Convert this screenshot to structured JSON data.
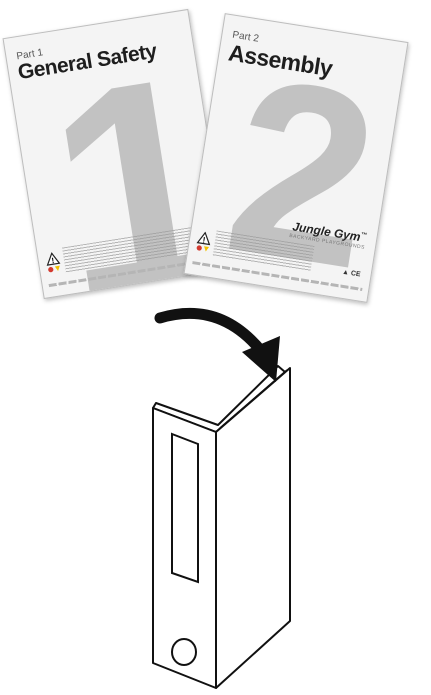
{
  "booklets": [
    {
      "part": "Part 1",
      "title": "General Safety",
      "numeral": "1"
    },
    {
      "part": "Part 2",
      "title": "Assembly",
      "numeral": "2",
      "brand": "Jungle Gym",
      "brand_trademark": "™",
      "brand_tagline": "BACKYARD PLAYGROUNDS"
    }
  ],
  "icons": {
    "warning": "warning-triangle-icon",
    "age": "age-restriction-icon",
    "certification": "ce-mark-icon"
  },
  "colors": {
    "numeral": "#c2c2c2",
    "paper": "#f4f4f4",
    "ink": "#1e1e1e",
    "arrow": "#111111",
    "warning_red": "#d33a2f",
    "warning_yellow": "#f2c200"
  }
}
